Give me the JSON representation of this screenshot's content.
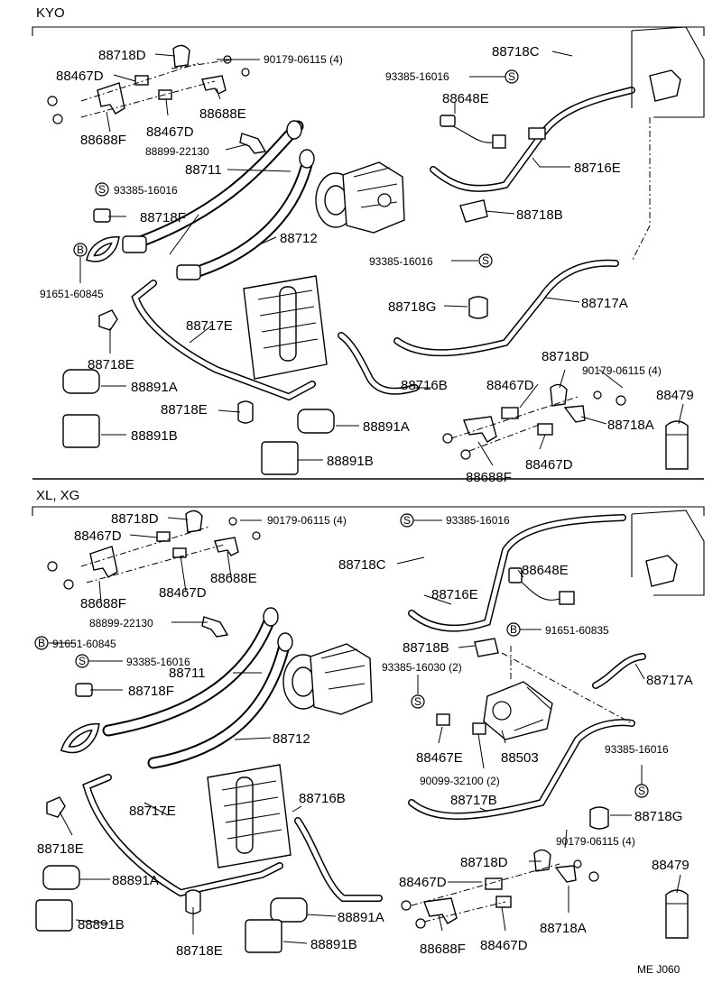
{
  "sections": {
    "top": "KYO",
    "bottom": "XL, XG"
  },
  "footer": "ME  J060",
  "symbols": {
    "s": "S",
    "b": "B"
  },
  "top_labels": [
    "88718D",
    "90179-06115 (4)",
    "88718C",
    "88467D",
    "93385-16016",
    "88648E",
    "88688E",
    "88467D",
    "88688F",
    "88899-22130",
    "88711",
    "88716E",
    "93385-16016",
    "88718F",
    "88718B",
    "88712",
    "93385-16016",
    "91651-60845",
    "88718G",
    "88717A",
    "88717E",
    "88718E",
    "88718D",
    "90179-06115 (4)",
    "88891A",
    "88467D",
    "88716B",
    "88479",
    "88718E",
    "88718A",
    "88891A",
    "88467D",
    "88688F",
    "88891B",
    "88891B"
  ],
  "bottom_labels": [
    "88718D",
    "90179-06115 (4)",
    "93385-16016",
    "88467D",
    "88718C",
    "88648E",
    "88688E",
    "88688F",
    "88467D",
    "88716E",
    "88899-22130",
    "91651-60835",
    "91651-60845",
    "88718B",
    "93385-16016",
    "93385-16030 (2)",
    "88711",
    "88717A",
    "88718F",
    "88712",
    "93385-16016",
    "88467E",
    "88503",
    "90099-32100 (2)",
    "88716B",
    "88717B",
    "88717E",
    "88718G",
    "90179-06115 (4)",
    "88718E",
    "88718D",
    "88479",
    "88891A",
    "88467D",
    "88891A",
    "88718A",
    "88891B",
    "88891B",
    "88718E",
    "88688F",
    "88467D"
  ]
}
